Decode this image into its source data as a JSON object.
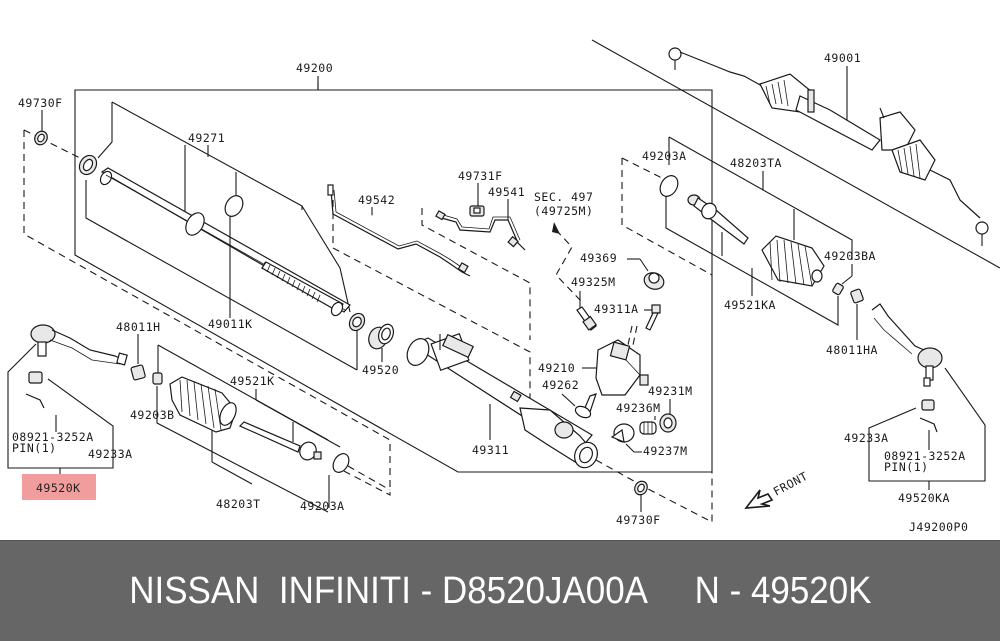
{
  "diagram": {
    "code": "J49200P0",
    "front_label": "FRONT",
    "highlight_color": "#f08c8c",
    "labels": {
      "assembly_49200": "49200",
      "assembly_49001": "49001",
      "seal_49730F_left": "49730F",
      "seal_49730F_bottom": "49730F",
      "tube_49271": "49271",
      "rack_49011K": "49011K",
      "bushing_49520": "49520",
      "pipe_49542": "49542",
      "clip_49731F": "49731F",
      "pipe_49541": "49541",
      "sec_ref_line1": "SEC. 497",
      "sec_ref_line2": "(49725M)",
      "cap_49369": "49369",
      "valve_49325M": "49325M",
      "bolt_49311A": "49311A",
      "gear_49210": "49210",
      "ring_49262": "49262",
      "plug_49231M": "49231M",
      "spring_49236M": "49236M",
      "retainer_49237M": "49237M",
      "housing_49311": "49311",
      "band_49203A_right": "49203A",
      "boot_48203TA": "48203TA",
      "band_49203BA": "49203BA",
      "socket_49521KA": "49521KA",
      "nut_48011HA": "48011HA",
      "nut_49233A_right": "49233A",
      "pin_part_right": "08921-3252A",
      "pin_qty_right": "PIN(1)",
      "tie_rod_end_49520KA": "49520KA",
      "nut_48011H": "48011H",
      "band_49203B": "49203B",
      "socket_49521K": "49521K",
      "boot_48203T": "48203T",
      "band_49203A_left": "49203A",
      "nut_49233A_left": "49233A",
      "pin_part_left": "08921-3252A",
      "pin_qty_left": "PIN(1)",
      "tie_rod_end_49520K": "49520K"
    }
  },
  "footer": {
    "text": "NISSAN  INFINITI - D8520JA00A     N - 49520K"
  }
}
